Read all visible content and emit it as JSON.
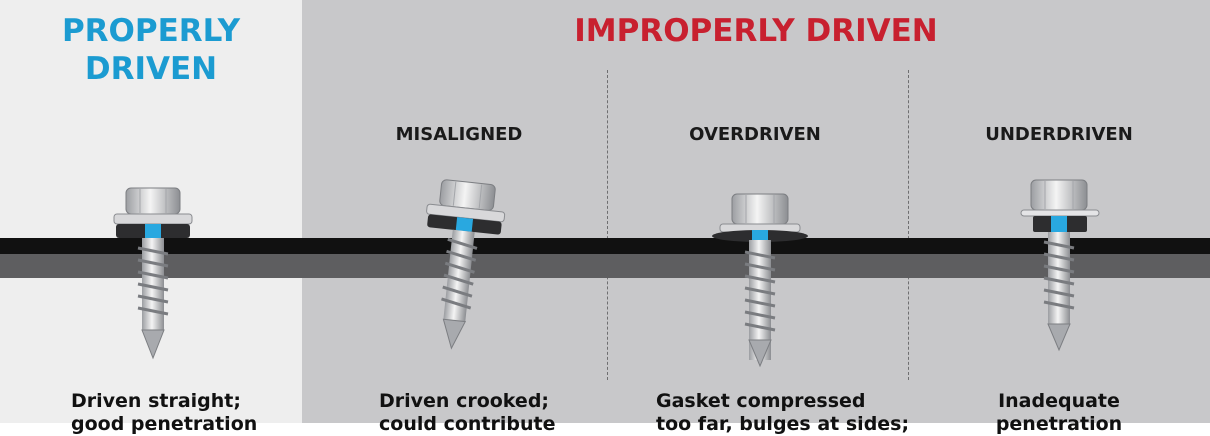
{
  "headings": {
    "proper": "PROPERLY\nDRIVEN",
    "improper": "IMPROPERLY DRIVEN"
  },
  "columns": [
    {
      "label": "",
      "caption": "Driven straight;\ngood penetration"
    },
    {
      "label": "MISALIGNED",
      "caption": "Driven crooked;\ncould contribute"
    },
    {
      "label": "OVERDRIVEN",
      "caption": "Gasket compressed\ntoo far, bulges at sides;"
    },
    {
      "label": "UNDERDRIVEN",
      "caption": "Inadequate\npenetration"
    }
  ],
  "colors": {
    "proper_heading": "#1b9bd1",
    "improper_heading": "#c8202f",
    "washer_accent": "#29a8e0",
    "sheet_top": "#111111",
    "sheet_bottom": "#5e5e60"
  }
}
